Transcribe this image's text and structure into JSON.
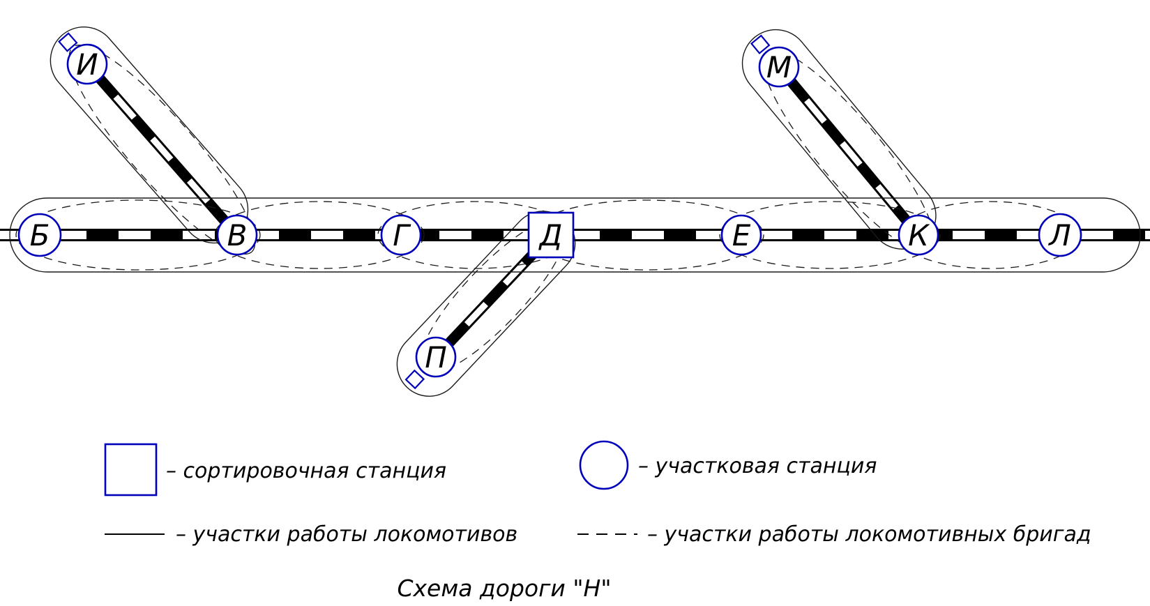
{
  "title": "Схема дороги \"Н\"",
  "colors": {
    "station_outline": "#0000bb",
    "track": "#000000",
    "section_outline": "#1a1a1a"
  },
  "stations": {
    "main": [
      {
        "label": "Б",
        "type": "участковая"
      },
      {
        "label": "В",
        "type": "участковая"
      },
      {
        "label": "Г",
        "type": "участковая"
      },
      {
        "label": "Д",
        "type": "сортировочная"
      },
      {
        "label": "Е",
        "type": "участковая"
      },
      {
        "label": "К",
        "type": "участковая"
      },
      {
        "label": "Л",
        "type": "участковая"
      }
    ],
    "branches": [
      {
        "label": "И",
        "connects_to": "В"
      },
      {
        "label": "М",
        "connects_to": "К"
      },
      {
        "label": "П",
        "connects_to": "Д"
      }
    ]
  },
  "legend": {
    "sorting_station": "– сортировочная станция",
    "district_station": "– участковая станция",
    "locomotive_sections": "– участки работы локомотивов",
    "brigade_sections": "– участки работы локомотивных бригад"
  }
}
